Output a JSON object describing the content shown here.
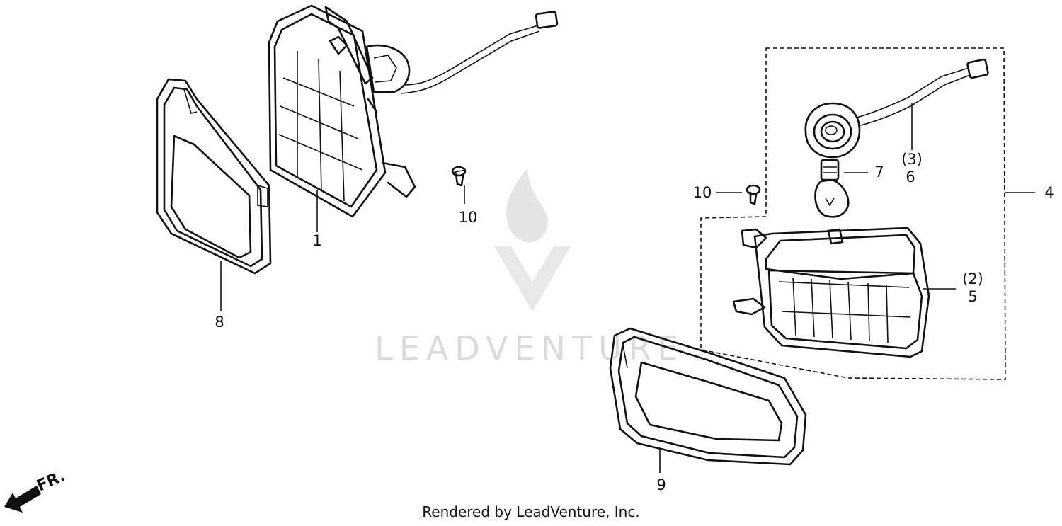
{
  "callouts": {
    "headlight": "1",
    "front_lens_ref": "(2)",
    "front_lens": "5",
    "socket_ref": "(3)",
    "socket": "6",
    "front_combo_assy": "4",
    "bulb": "7",
    "headlight_rim": "8",
    "front_light_rim": "9",
    "screw_left": "10",
    "screw_right": "10"
  },
  "direction": "FR.",
  "watermark": "LEADVENTURE",
  "footer": "Rendered by LeadVenture, Inc."
}
